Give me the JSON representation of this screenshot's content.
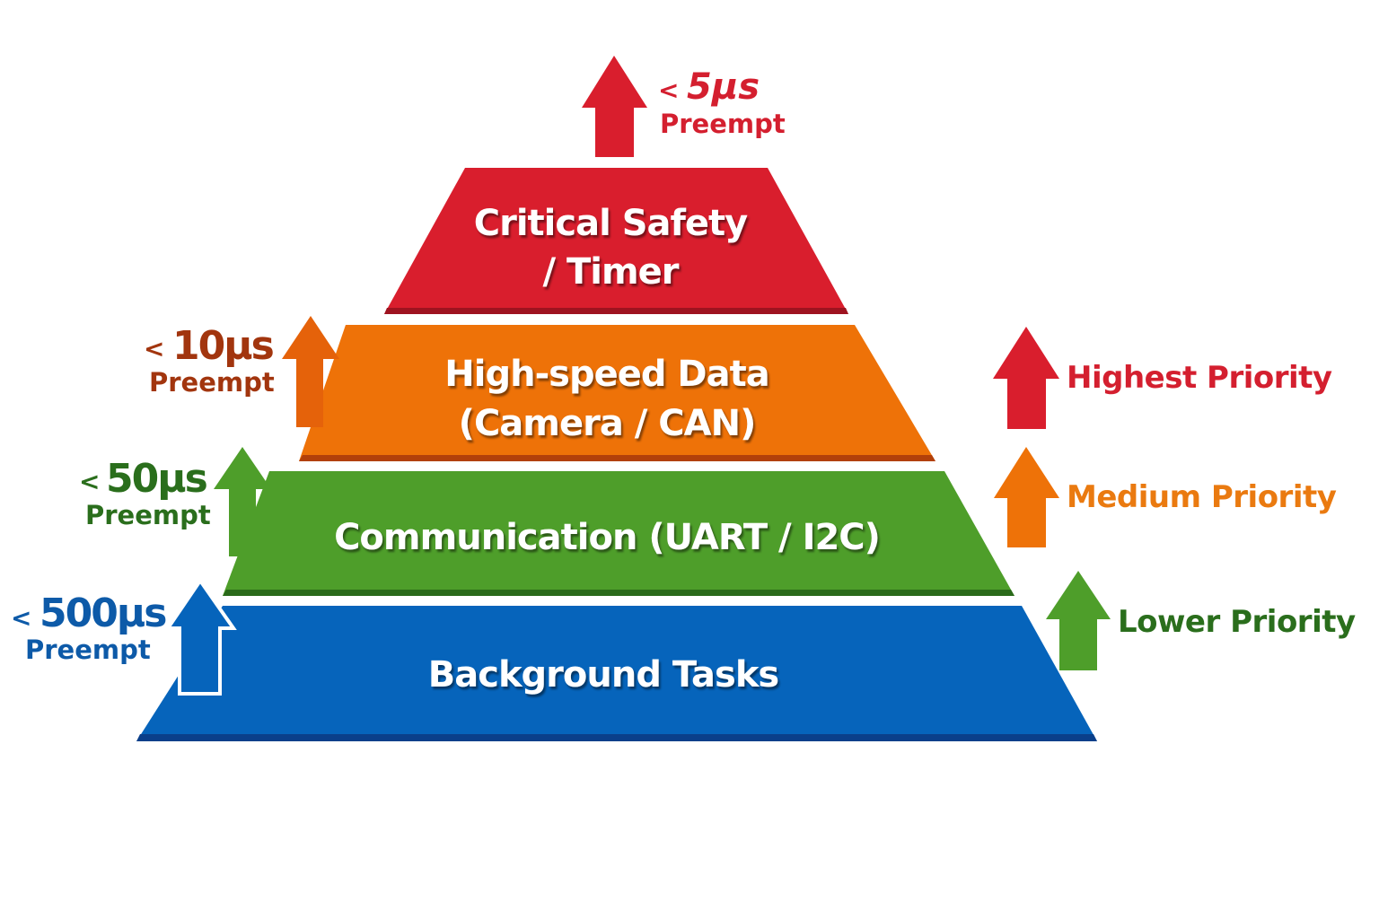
{
  "colors": {
    "red": "#d91e2d",
    "orange": "#ee7208",
    "green": "#4e9e2a",
    "blue": "#0664bb",
    "red_text": "#d41f2f",
    "orange_text": "#ea7a10",
    "green_text": "#2a6e1c",
    "blue_text": "#0d5aa8",
    "dark_orange_text": "#a2350e"
  },
  "tiers": [
    {
      "line1": "Critical Safety",
      "line2": "/ Timer"
    },
    {
      "line1": "High-speed Data",
      "line2": "(Camera / CAN)"
    },
    {
      "line1": "Communication (UART / I2C)"
    },
    {
      "line1": "Background Tasks"
    }
  ],
  "preempt_labels": [
    {
      "prefix": "<",
      "value": "5μs",
      "word": "Preempt"
    },
    {
      "prefix": "<",
      "value": "10μs",
      "word": "Preempt"
    },
    {
      "prefix": "<",
      "value": "50μs",
      "word": "Preempt"
    },
    {
      "prefix": "<",
      "value": "500μs",
      "word": "Preempt"
    }
  ],
  "legend": [
    {
      "label": "Highest Priority",
      "icon": "arrow-up-icon"
    },
    {
      "label": "Medium Priority",
      "icon": "arrow-up-icon"
    },
    {
      "label": "Lower Priority",
      "icon": "arrow-up-icon"
    }
  ]
}
